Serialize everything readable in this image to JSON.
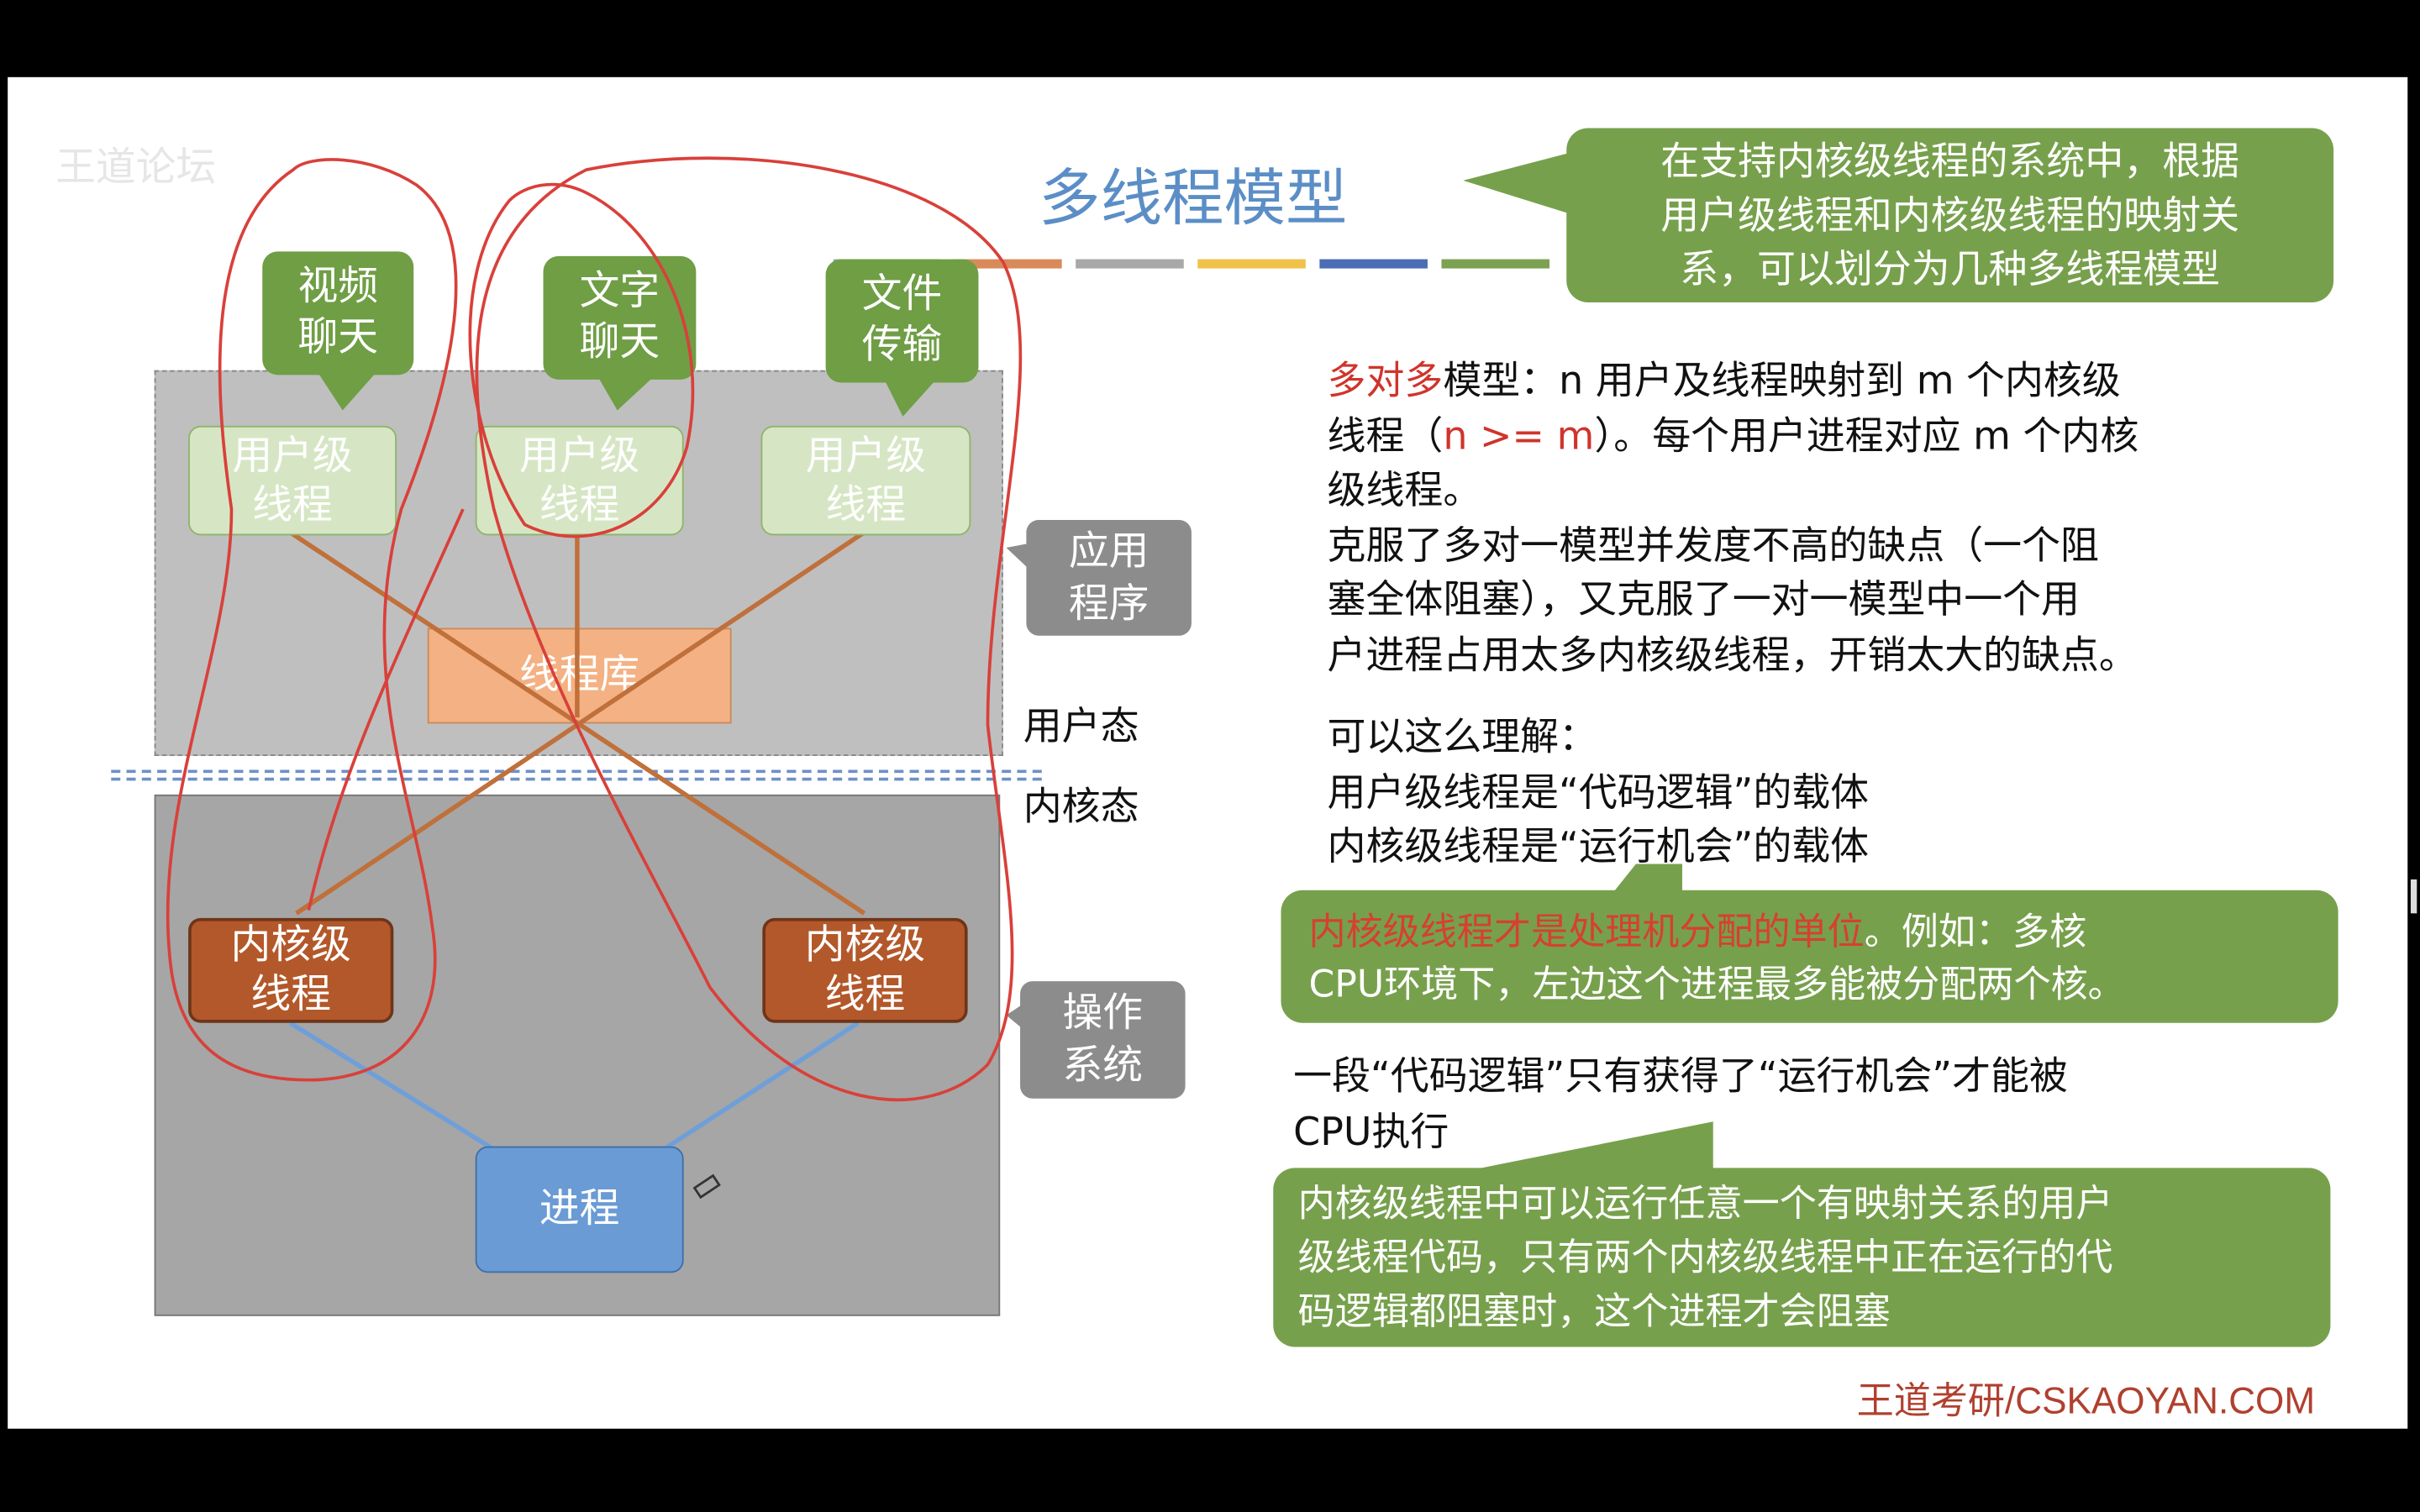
{
  "watermark": "王道论坛",
  "title": "多线程模型",
  "title_color": "#5b8ec6",
  "accent_dashes": [
    "#8ea9c9",
    "#d98a5a",
    "#a8a8a8",
    "#f0c24a",
    "#4a6db5",
    "#7da153"
  ],
  "top_callout": [
    "在支持内核级线程的系统中，根据",
    "用户级线程和内核级线程的映射关",
    "系，可以划分为几种多线程模型"
  ],
  "diagram": {
    "bubbles": [
      [
        "视频",
        "聊天"
      ],
      [
        "文字",
        "聊天"
      ],
      [
        "文件",
        "传输"
      ]
    ],
    "user_threads": [
      [
        "用户级",
        "线程"
      ],
      [
        "用户级",
        "线程"
      ],
      [
        "用户级",
        "线程"
      ]
    ],
    "thread_lib": "线程库",
    "kernel_threads": [
      [
        "内核级",
        "线程"
      ],
      [
        "内核级",
        "线程"
      ]
    ],
    "process": "进程",
    "app_label": [
      "应用",
      "程序"
    ],
    "os_label": [
      "操作",
      "系统"
    ],
    "user_mode": "用户态",
    "kernel_mode": "内核态"
  },
  "text": {
    "p1_red": "多对多",
    "p1_a": "模型：n 用户及线程映射到 m 个内核级",
    "p1_b": "线程（",
    "p1_b_red": "n >= m",
    "p1_c": "）。每个用户进程对应 m 个内核",
    "p1_d": "级线程。",
    "p2": [
      "克服了多对一模型并发度不高的缺点（一个阻",
      "塞全体阻塞），又克服了一对一模型中一个用",
      "户进程占用太多内核级线程，开销太大的缺点。"
    ],
    "p3": [
      "可以这么理解：",
      "用户级线程是“代码逻辑”的载体",
      "内核级线程是“运行机会”的载体"
    ],
    "callout2_red": "内核级线程才是处理机分配的单位",
    "callout2_a": "。例如：多核",
    "callout2_b": "CPU环境下，左边这个进程最多能被分配两个核。",
    "p4": [
      "一段“代码逻辑”只有获得了“运行机会”才能被",
      "CPU执行"
    ],
    "callout3": [
      "内核级线程中可以运行任意一个有映射关系的用户",
      "级线程代码，只有两个内核级线程中正在运行的代",
      "码逻辑都阻塞时，这个进程才会阻塞"
    ]
  },
  "footer": "王道考研/CSKAOYAN.COM"
}
